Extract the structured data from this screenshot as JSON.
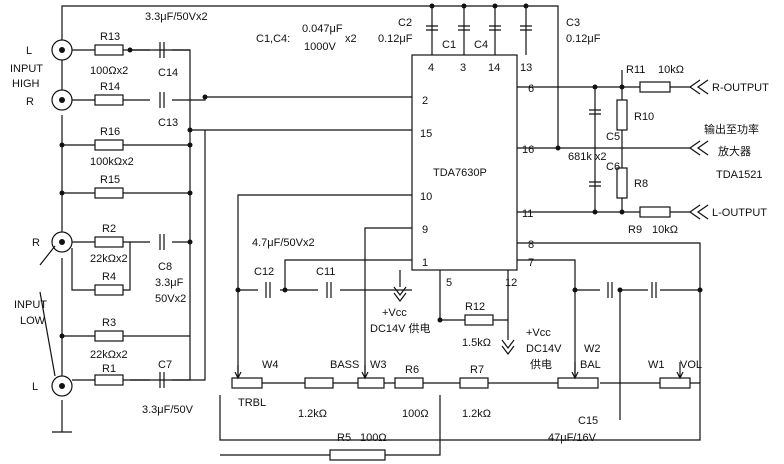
{
  "ic": {
    "name": "TDA7630P"
  },
  "pins": [
    "4",
    "3",
    "14",
    "13",
    "2",
    "15",
    "10",
    "9",
    "1",
    "5",
    "12",
    "8",
    "7",
    "6",
    "16",
    "11"
  ],
  "inputs": {
    "high_l": "L",
    "high_r": "R",
    "high_1": "INPUT",
    "high_2": "HIGH",
    "low_r": "R",
    "low_l": "L",
    "low_1": "INPUT",
    "low_2": "LOW"
  },
  "outputs": {
    "r_out": "R-OUTPUT",
    "l_out": "L-OUTPUT",
    "amp_cn_1": "输出至功率",
    "amp_cn_2": "放大器",
    "amp_ic": "TDA1521"
  },
  "resistors": {
    "r13": "R13",
    "r13_v": "100Ωx2",
    "r14": "R14",
    "r16": "R16",
    "r16_v": "100kΩx2",
    "r15": "R15",
    "r2": "R2",
    "r2_v": "22kΩx2",
    "r4": "R4",
    "r3": "R3",
    "r3_v": "22kΩx2",
    "r1": "R1",
    "r11": "R11",
    "r11_v": "10kΩ",
    "r10": "R10",
    "r8": "R8",
    "r9": "R9",
    "r9_v": "10kΩ",
    "r12": "R12",
    "r12_v": "1.5kΩ",
    "r6": "R6",
    "r6_v": "100Ω",
    "r7": "R7",
    "r7_v": "1.2kΩ",
    "r_bass_v": "1.2kΩ",
    "r5": "R5",
    "r5_v": "100Ω"
  },
  "capacitors": {
    "c14_v": "3.3μF/50Vx2",
    "c14": "C14",
    "c13": "C13",
    "c8": "C8",
    "c8_v1": "3.3μF",
    "c8_v2": "50Vx2",
    "c7": "C7",
    "c7_v": "3.3μF/50V",
    "c1c4": "C1,C4:",
    "c1c4_v1": "0.047μF",
    "c1c4_v2": "1000V",
    "c1c4_x": "x2",
    "c2": "C2",
    "c2_v": "0.12μF",
    "c1": "C1",
    "c4": "C4",
    "c3": "C3",
    "c3_v": "0.12μF",
    "c5": "C5",
    "c6": "C6",
    "c56_v": "681k x2",
    "c12": "C12",
    "c11": "C11",
    "c12_v": "4.7μF/50Vx2",
    "c15": "C15",
    "c15_v": "47μF/16V"
  },
  "pots": {
    "w4": "W4",
    "w4_l": "TRBL",
    "w3": "W3",
    "w3_l": "BASS",
    "w2": "W2",
    "w2_l": "BAL",
    "w1": "W1",
    "w1_l": "VOL"
  },
  "supply": {
    "vcc": "+Vcc",
    "dc": "DC14V 供电",
    "dc2a": "DC14V",
    "dc2b": "供电"
  }
}
